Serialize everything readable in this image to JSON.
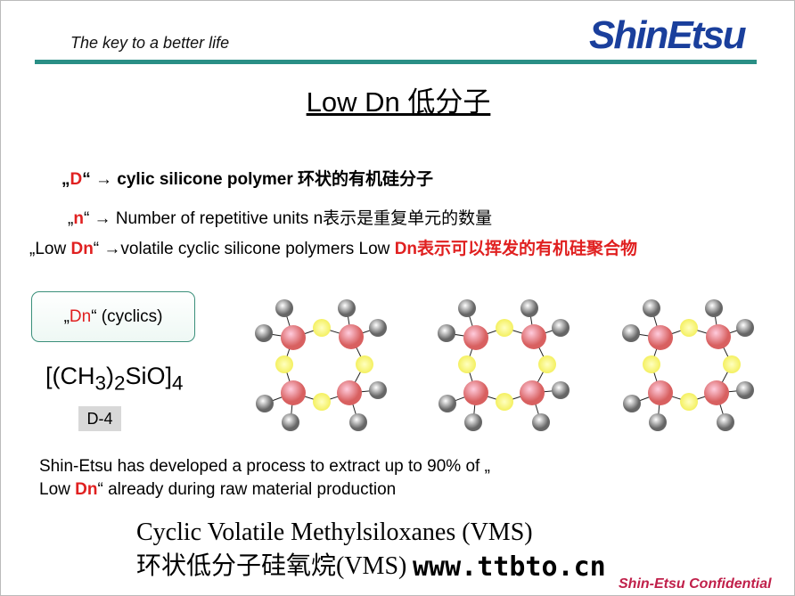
{
  "header": {
    "tagline": "The key to a better life",
    "logo": "ShinEtsu"
  },
  "title": "Low Dn 低分子",
  "lines": {
    "l1": {
      "q1": "„",
      "d": "D",
      "q2": "“ → cylic silicone polymer 环状的有机硅分子"
    },
    "l2": {
      "q1": "„",
      "n": "n",
      "q2": "“ → Number of repetitive units n表示是重复单元的数量"
    },
    "l3": {
      "a": "„Low ",
      "dn": "Dn",
      "b": "“ →volatile cyclic silicone polymers Low ",
      "dn2": "Dn表示可以挥发的有机硅聚合物"
    }
  },
  "cyclics": {
    "q1": "„",
    "dn": "Dn",
    "rest": "“ (cyclics)"
  },
  "formula": {
    "a": "[(CH",
    "s1": "3",
    "b": ")",
    "s2": "2",
    "c": "SiO]",
    "s3": "4"
  },
  "label": "D-4",
  "para": {
    "p1": "Shin-Etsu has developed a process to extract up to 90% of „",
    "p2a": "Low ",
    "p2dn": "Dn",
    "p2b": "“ already during raw material production"
  },
  "vms": {
    "en": "Cyclic Volatile Methylsiloxanes (VMS)",
    "cn": "环状低分子硅氧烷(VMS)"
  },
  "watermark": "www.ttbto.cn",
  "footer": "Shin-Etsu Confidential",
  "colors": {
    "accent": "#2a8f86",
    "red": "#e02020",
    "logo": "#1a3f9c"
  }
}
